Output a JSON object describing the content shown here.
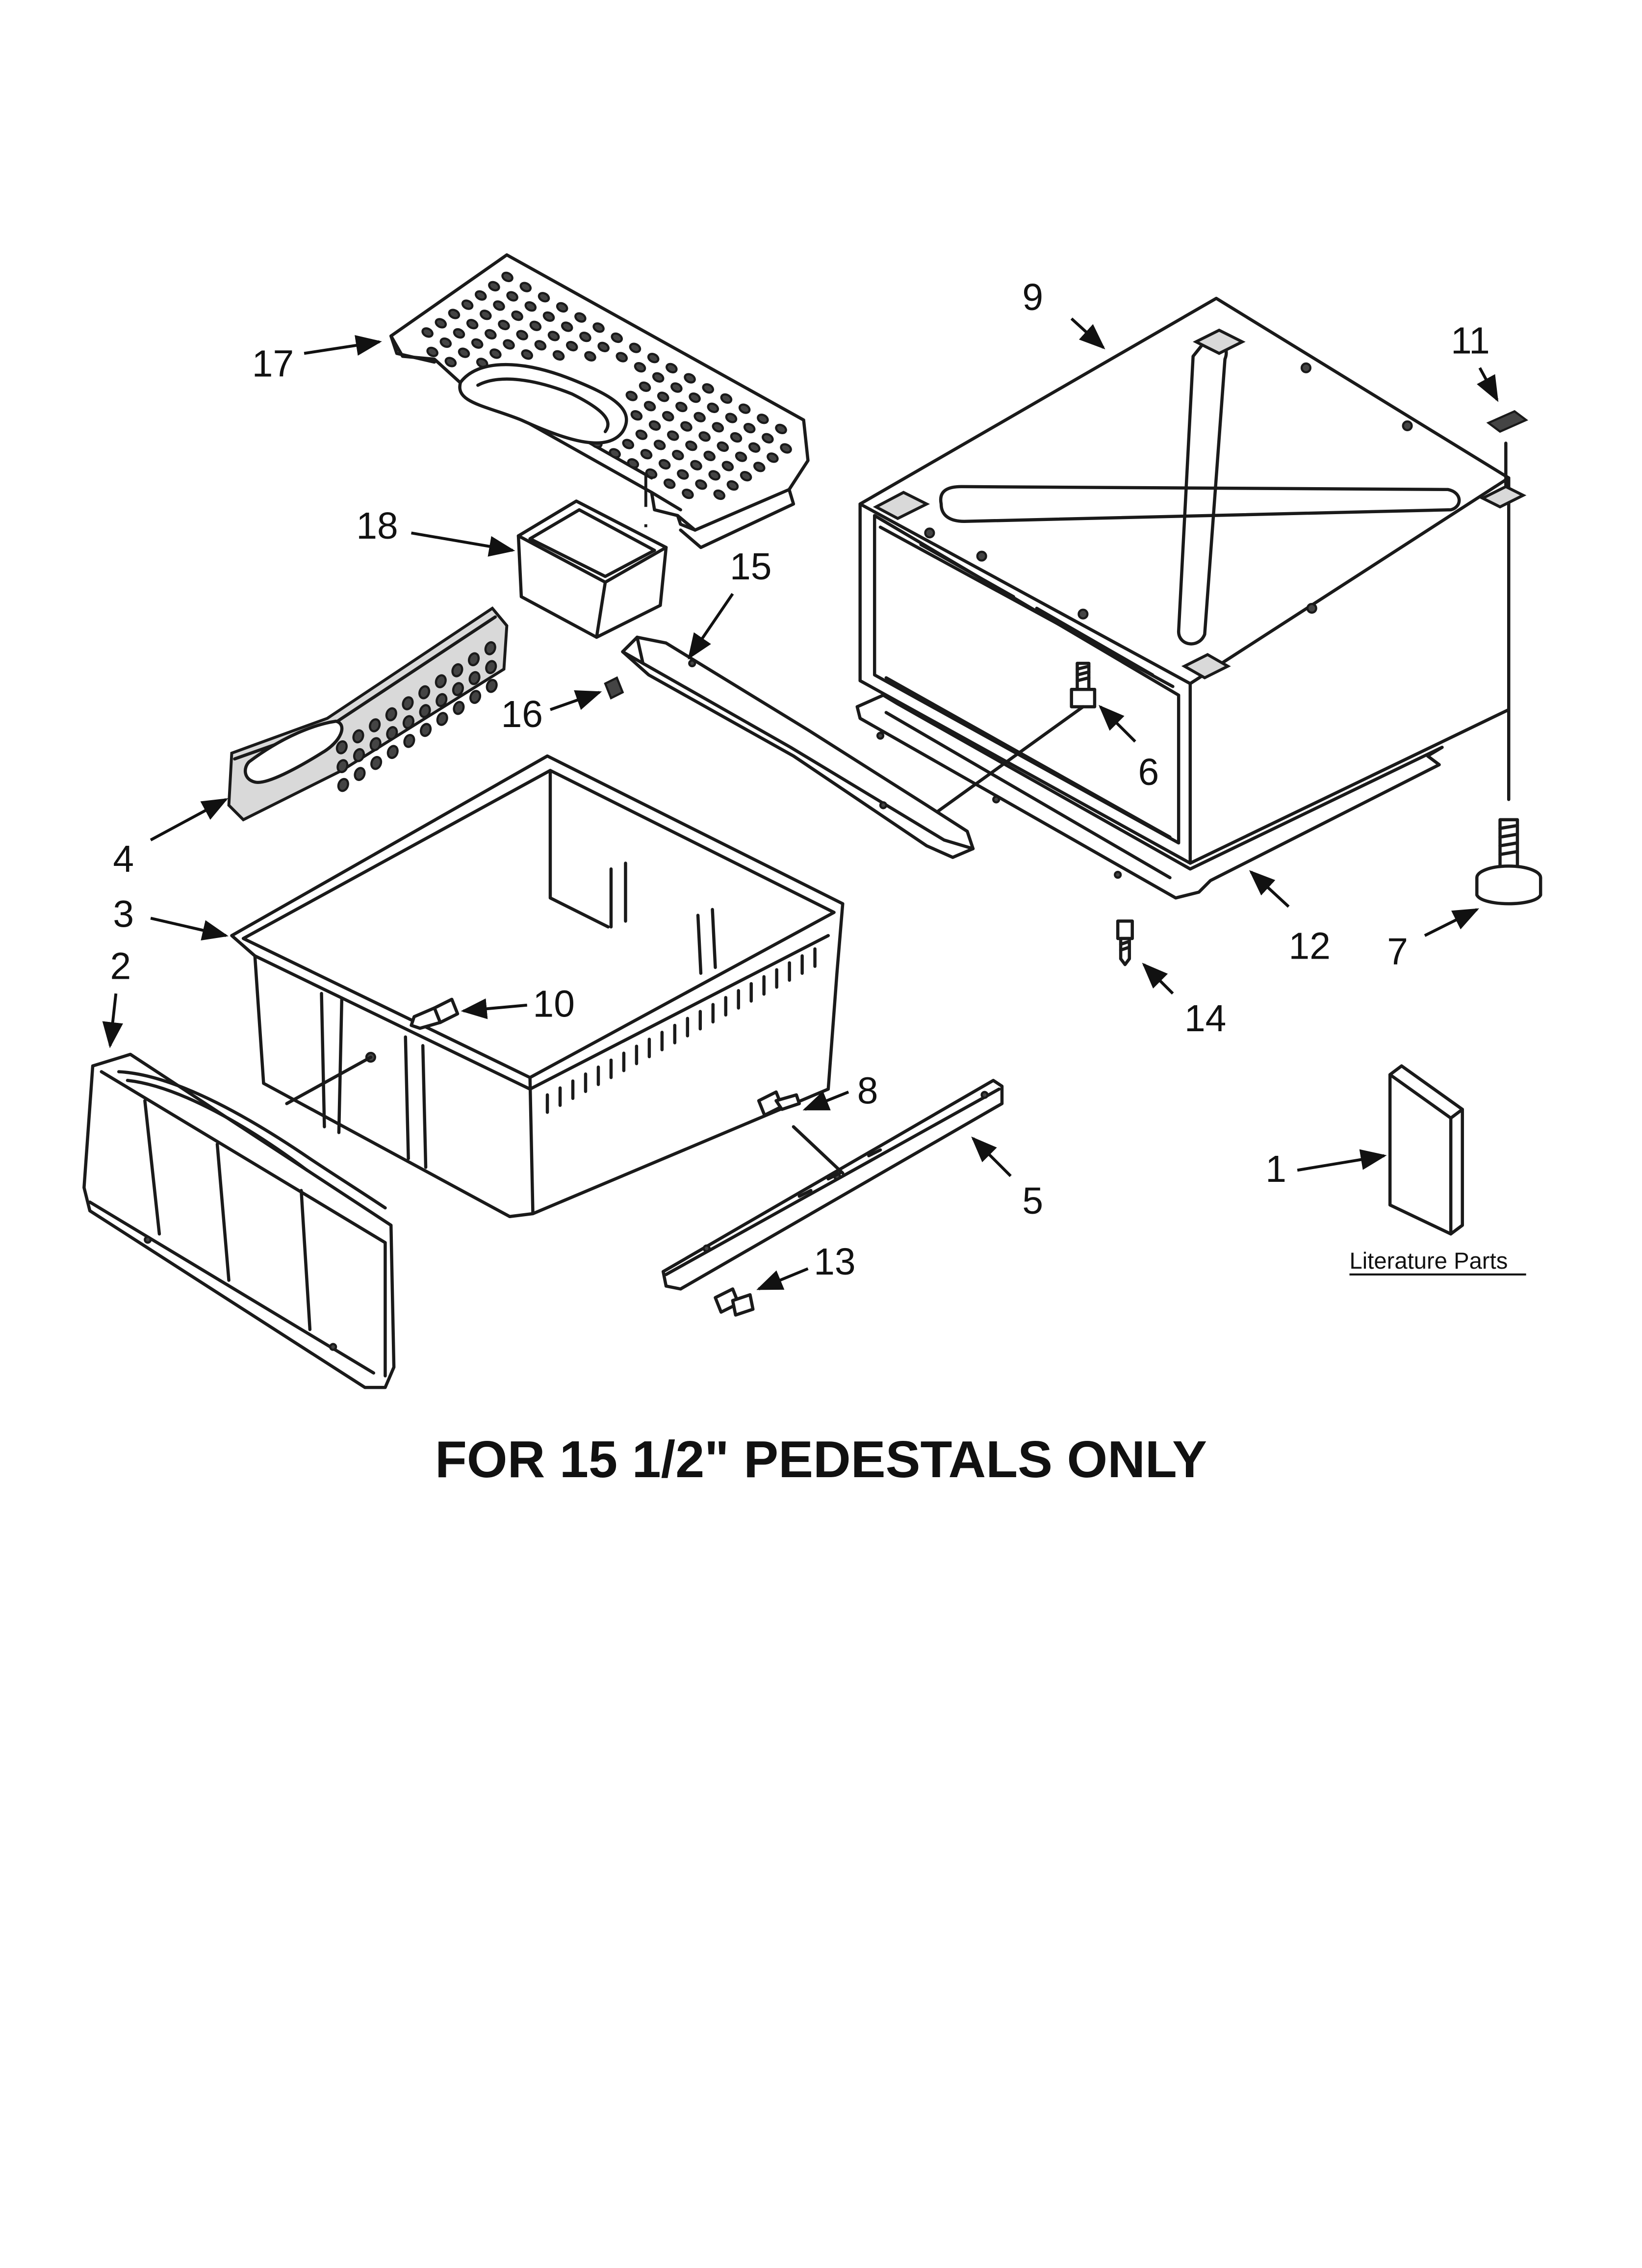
{
  "callouts": [
    {
      "id": "1",
      "label": "1"
    },
    {
      "id": "2",
      "label": "2"
    },
    {
      "id": "3",
      "label": "3"
    },
    {
      "id": "4",
      "label": "4"
    },
    {
      "id": "5",
      "label": "5"
    },
    {
      "id": "6",
      "label": "6"
    },
    {
      "id": "7",
      "label": "7"
    },
    {
      "id": "8",
      "label": "8"
    },
    {
      "id": "9",
      "label": "9"
    },
    {
      "id": "10",
      "label": "10"
    },
    {
      "id": "11",
      "label": "11"
    },
    {
      "id": "12",
      "label": "12"
    },
    {
      "id": "13",
      "label": "13"
    },
    {
      "id": "14",
      "label": "14"
    },
    {
      "id": "15",
      "label": "15"
    },
    {
      "id": "16",
      "label": "16"
    },
    {
      "id": "17",
      "label": "17"
    },
    {
      "id": "18",
      "label": "18"
    }
  ],
  "literature_label": "Literature Parts",
  "caption": "FOR 15 1/2\" PEDESTALS ONLY",
  "colors": {
    "ink": "#1a1a1a",
    "background": "#ffffff"
  }
}
